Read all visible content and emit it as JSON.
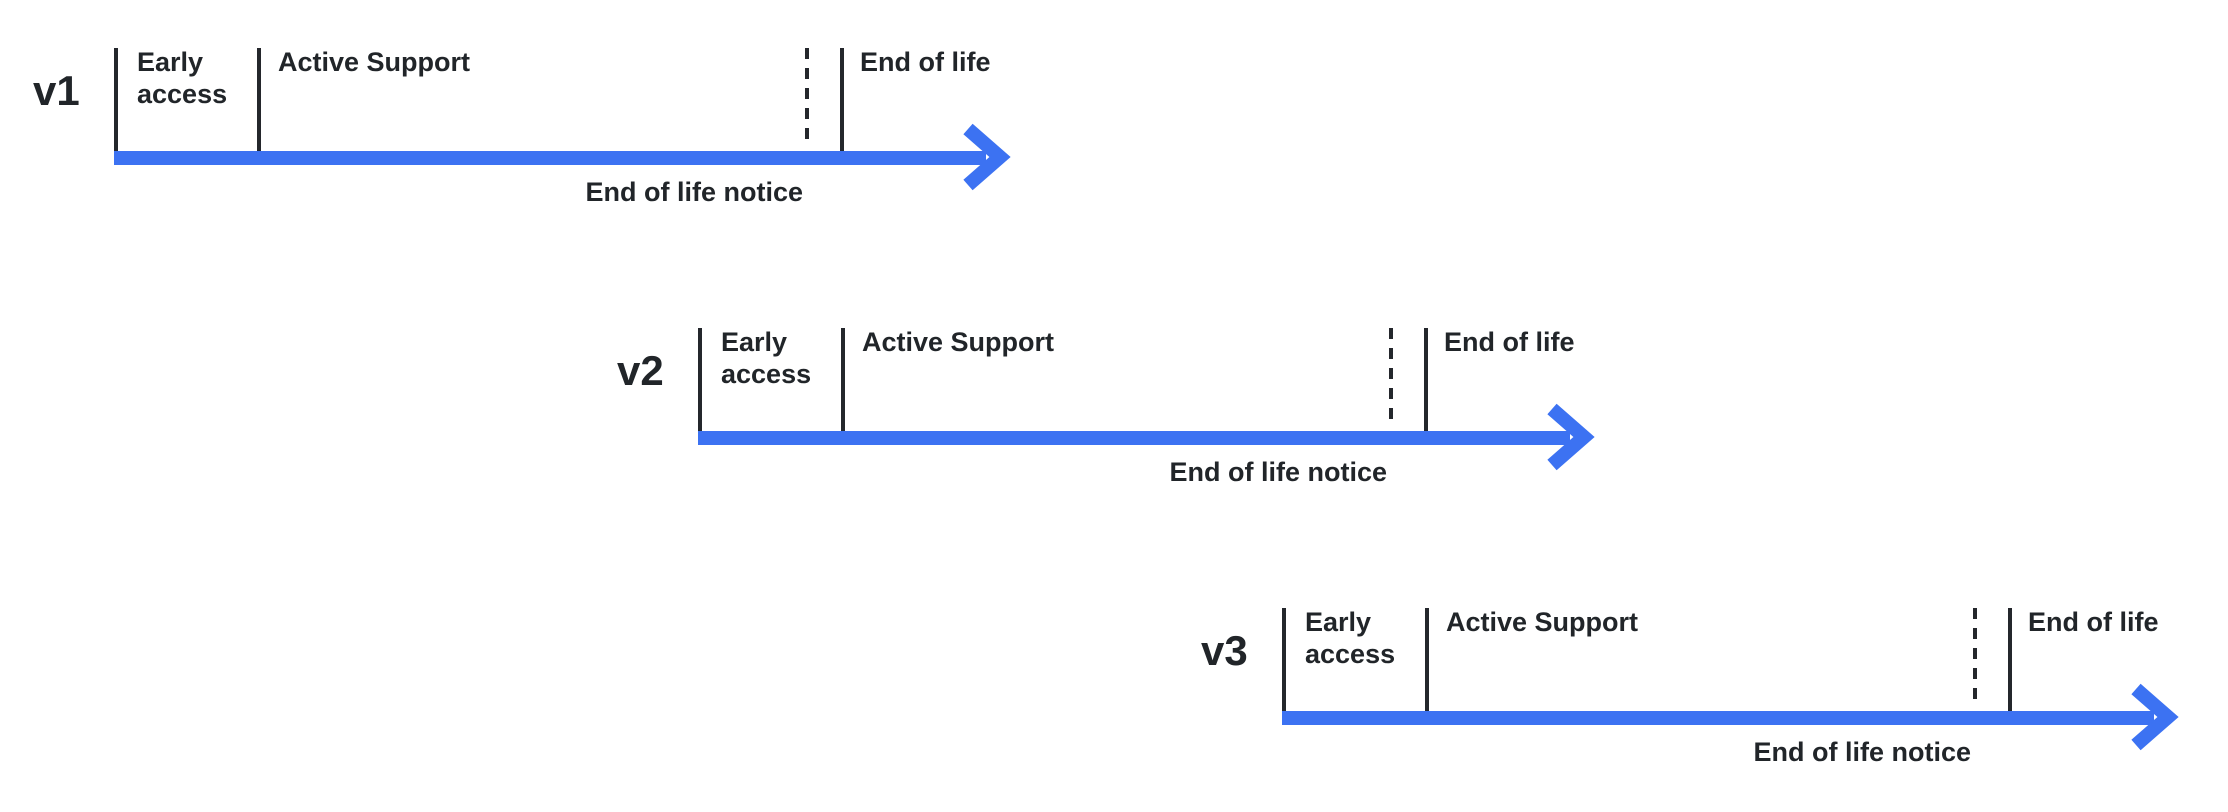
{
  "diagram": {
    "description": "Three staggered release lifecycle timelines",
    "colors": {
      "accent_blue": "#3C72F2",
      "ink": "#212529",
      "background": "#FFFFFF"
    },
    "phase_sequence": [
      "Early access",
      "Active Support",
      "End of life notice",
      "End of life"
    ]
  },
  "timelines": [
    {
      "version": "v1",
      "phases": {
        "early_access": "Early\naccess",
        "active_support": "Active Support",
        "end_of_life": "End of life",
        "end_of_life_notice": "End of life notice"
      }
    },
    {
      "version": "v2",
      "phases": {
        "early_access": "Early\naccess",
        "active_support": "Active Support",
        "end_of_life": "End of life",
        "end_of_life_notice": "End of life notice"
      }
    },
    {
      "version": "v3",
      "phases": {
        "early_access": "Early\naccess",
        "active_support": "Active Support",
        "end_of_life": "End of life",
        "end_of_life_notice": "End of life notice"
      }
    }
  ]
}
